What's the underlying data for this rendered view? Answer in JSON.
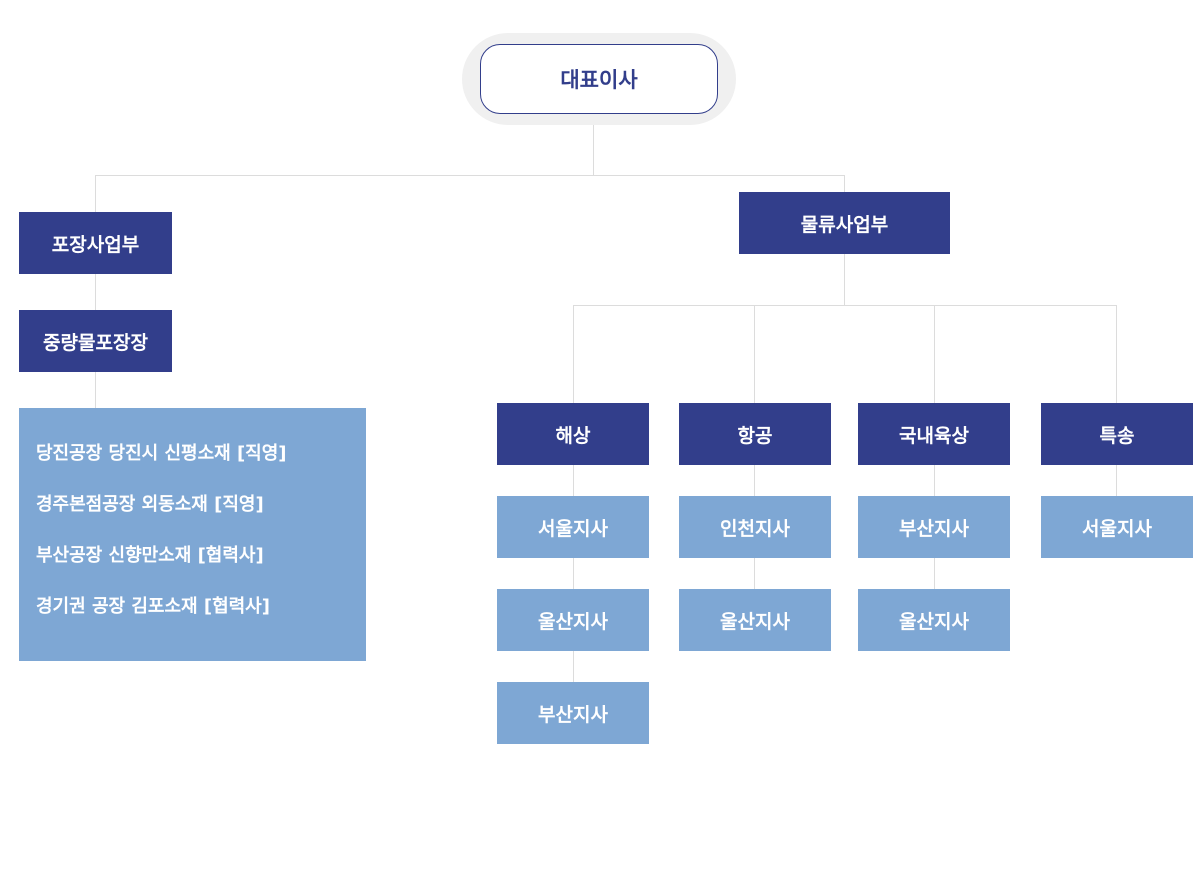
{
  "ceo": {
    "label": "대표이사"
  },
  "packaging": {
    "division": "포장사업부",
    "plant": "중량물포장장",
    "sites": [
      "당진공장 당진시 신평소재 [직영]",
      "경주본점공장 외동소재 [직영]",
      "부산공장 신향만소재 [협력사]",
      "경기권 공장 김포소재 [협력사]"
    ]
  },
  "logistics": {
    "division": "물류사업부",
    "columns": [
      {
        "name": "해상",
        "branches": [
          "서울지사",
          "울산지사",
          "부산지사"
        ]
      },
      {
        "name": "항공",
        "branches": [
          "인천지사",
          "울산지사"
        ]
      },
      {
        "name": "국내육상",
        "branches": [
          "부산지사",
          "울산지사"
        ]
      },
      {
        "name": "특송",
        "branches": [
          "서울지사"
        ]
      }
    ]
  },
  "colors": {
    "dark_box": "#323e8b",
    "light_box": "#7ea7d4",
    "connector": "#dcdcdc",
    "ceo_ring": "#f0f0f0"
  }
}
